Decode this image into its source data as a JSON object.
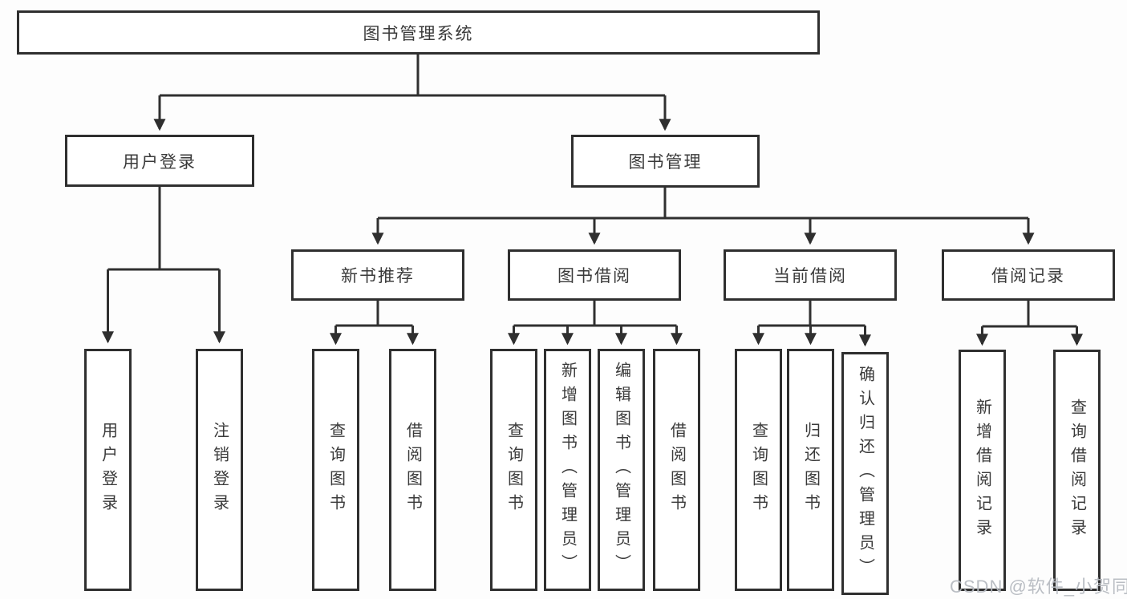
{
  "diagram_title": "图书管理系统",
  "colors": {
    "line": "#303030",
    "box_border": "#2f2f2f",
    "box_fill": "#ffffff",
    "text": "#3a3a3a",
    "watermark": "#b6bac1"
  },
  "tree": {
    "label": "图书管理系统",
    "children": [
      {
        "label": "用户登录",
        "children": [
          {
            "label": "用户登录"
          },
          {
            "label": "注销登录"
          }
        ]
      },
      {
        "label": "图书管理",
        "children": [
          {
            "label": "新书推荐",
            "children": [
              {
                "label": "查询图书"
              },
              {
                "label": "借阅图书"
              }
            ]
          },
          {
            "label": "图书借阅",
            "children": [
              {
                "label": "查询图书"
              },
              {
                "label": "新增图书（管理员）"
              },
              {
                "label": "编辑图书（管理员）"
              },
              {
                "label": "借阅图书"
              }
            ]
          },
          {
            "label": "当前借阅",
            "children": [
              {
                "label": "查询图书"
              },
              {
                "label": "归还图书"
              },
              {
                "label": "确认归还（管理员）"
              }
            ]
          },
          {
            "label": "借阅记录",
            "children": [
              {
                "label": "新增借阅记录"
              },
              {
                "label": "查询借阅记录"
              }
            ]
          }
        ]
      }
    ]
  },
  "watermark": "CSDN @软件_小贺同学"
}
